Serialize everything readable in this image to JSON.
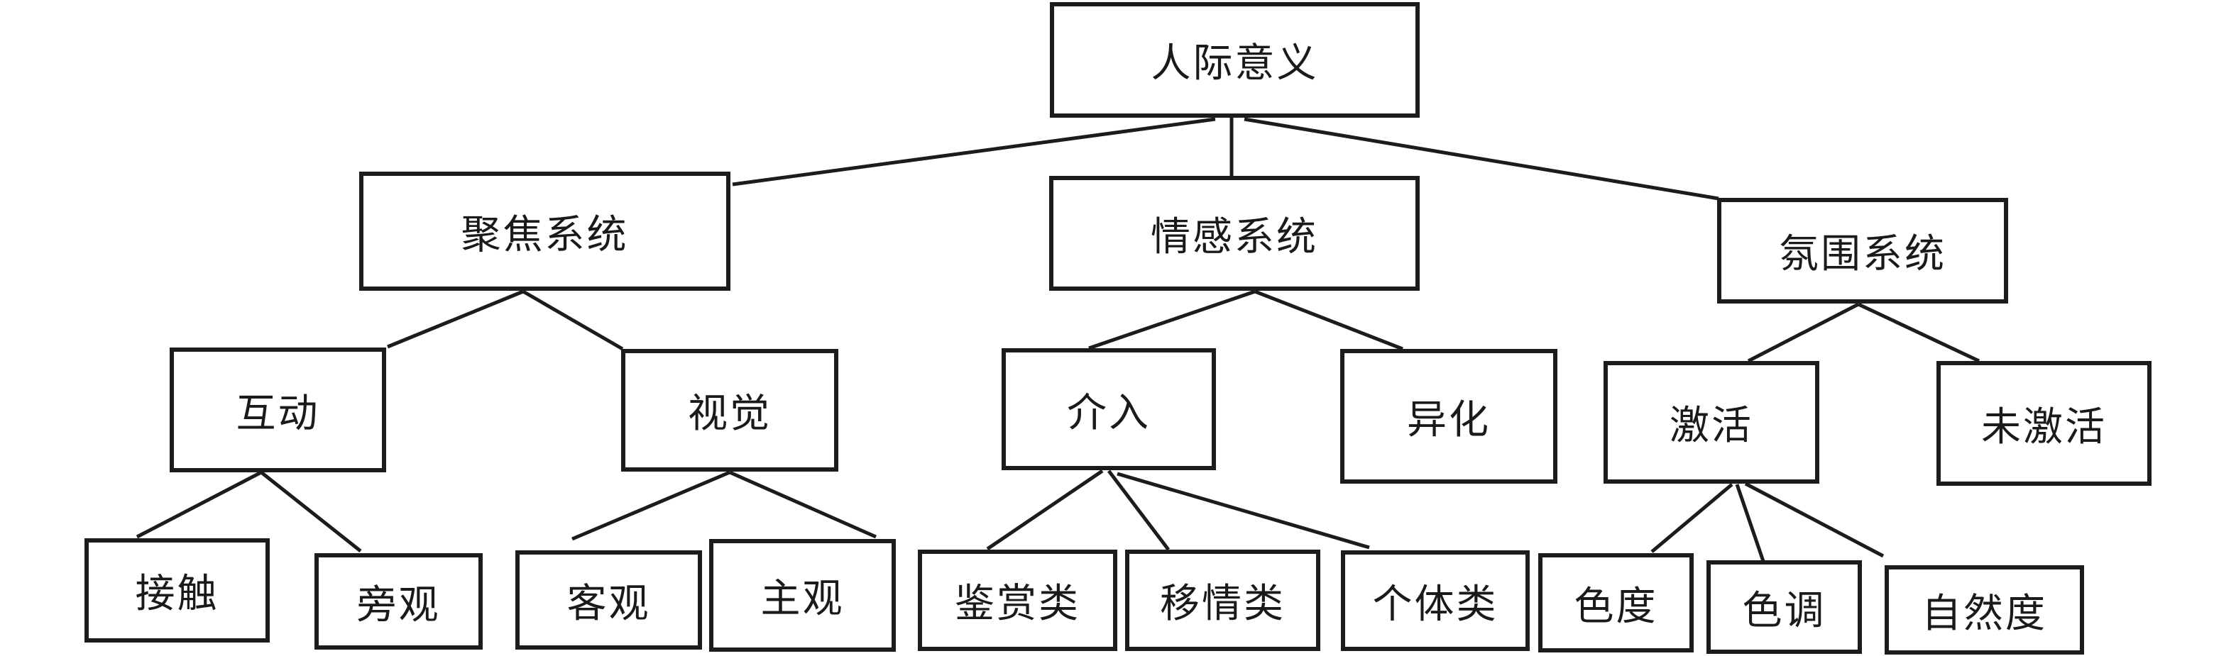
{
  "diagram": {
    "type": "tree",
    "background_color": "#ffffff",
    "line_color": "#1c1c1c",
    "nodes": [
      {
        "id": "root",
        "label": "人际意义",
        "parent": null
      },
      {
        "id": "focus-system",
        "label": "聚焦系统",
        "parent": "root"
      },
      {
        "id": "affect-system",
        "label": "情感系统",
        "parent": "root"
      },
      {
        "id": "ambience-system",
        "label": "氛围系统",
        "parent": "root"
      },
      {
        "id": "interaction",
        "label": "互动",
        "parent": "focus-system"
      },
      {
        "id": "visual",
        "label": "视觉",
        "parent": "focus-system"
      },
      {
        "id": "engagement",
        "label": "介入",
        "parent": "affect-system"
      },
      {
        "id": "alienation",
        "label": "异化",
        "parent": "affect-system"
      },
      {
        "id": "activated",
        "label": "激活",
        "parent": "ambience-system"
      },
      {
        "id": "not-activated",
        "label": "未激活",
        "parent": "ambience-system"
      },
      {
        "id": "contact",
        "label": "接触",
        "parent": "interaction"
      },
      {
        "id": "observe",
        "label": "旁观",
        "parent": "interaction"
      },
      {
        "id": "objective",
        "label": "客观",
        "parent": "visual"
      },
      {
        "id": "subjective",
        "label": "主观",
        "parent": "visual"
      },
      {
        "id": "appreciation",
        "label": "鉴赏类",
        "parent": "engagement"
      },
      {
        "id": "empathy",
        "label": "移情类",
        "parent": "engagement"
      },
      {
        "id": "individual",
        "label": "个体类",
        "parent": "engagement"
      },
      {
        "id": "chroma",
        "label": "色度",
        "parent": "activated"
      },
      {
        "id": "hue",
        "label": "色调",
        "parent": "activated"
      },
      {
        "id": "naturalness",
        "label": "自然度",
        "parent": "activated"
      }
    ]
  }
}
